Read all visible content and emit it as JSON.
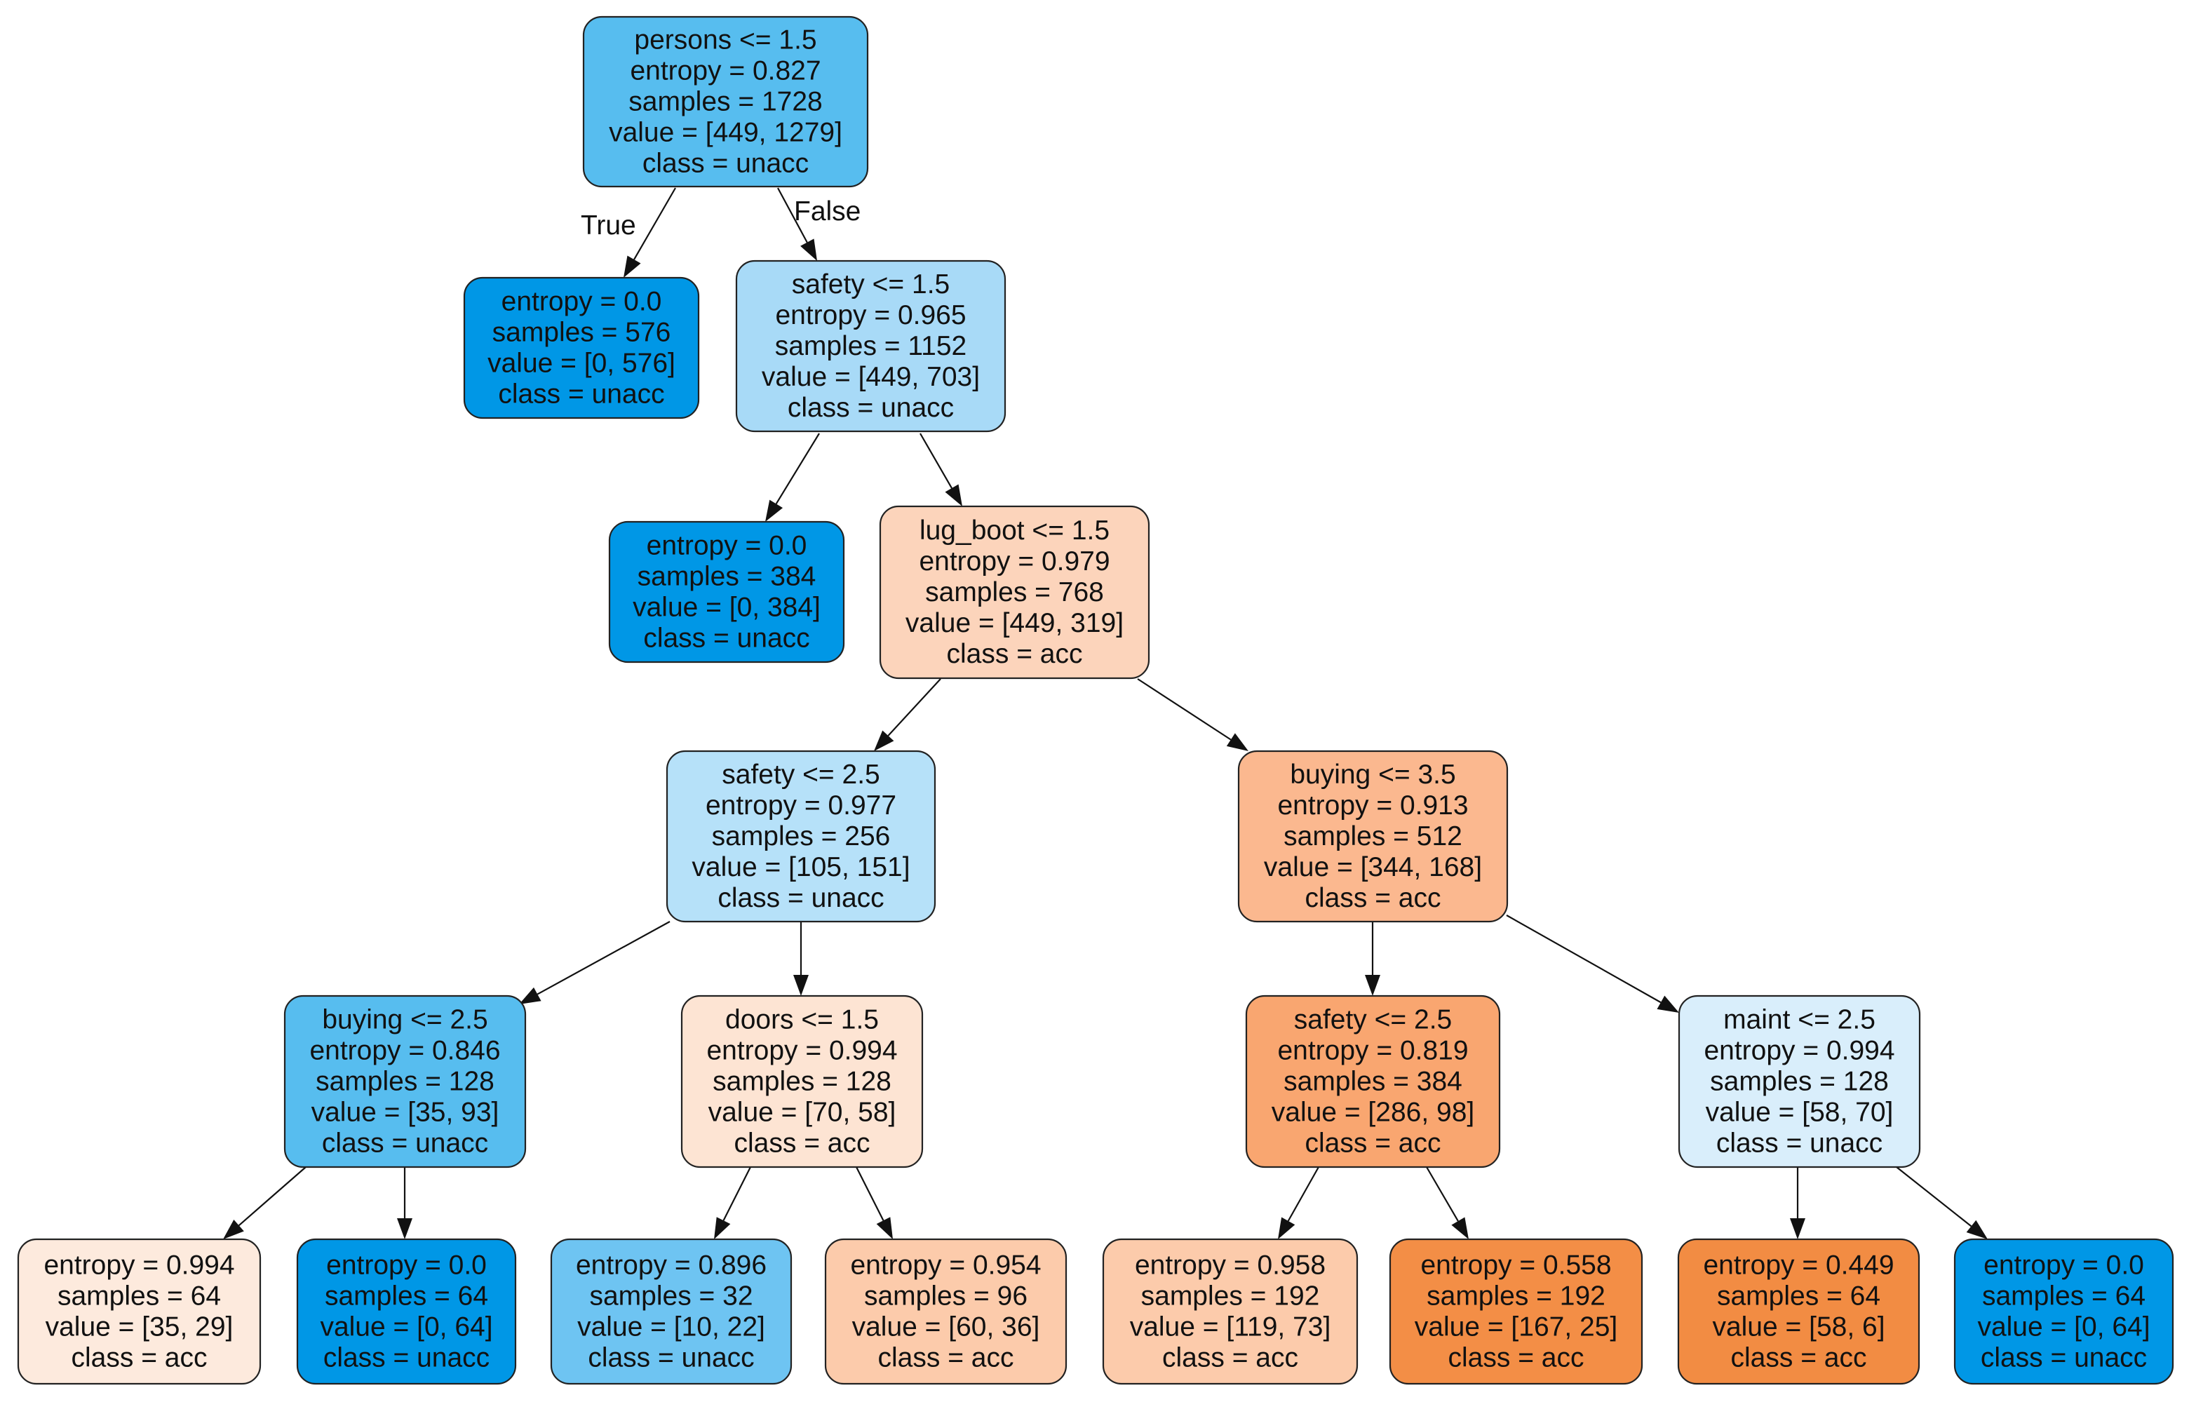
{
  "colors": {
    "blue_pure": "#0097E6",
    "blue_strong": "#57BDEF",
    "blue_medium": "#6EC4F2",
    "blue_light": "#A8DAF7",
    "blue_pale": "#B6E1F9",
    "blue_faint": "#D9EEFB",
    "orange_faint": "#FDEADD",
    "orange_pale": "#FDE4D3",
    "orange_light": "#FCD4BB",
    "orange_soft": "#FCCBAB",
    "orange_medium": "#FBB88F",
    "orange_strong": "#F9A670",
    "orange_deep": "#F38E46",
    "orange_full": "#F28C43"
  },
  "edge_labels": {
    "true_label": "True",
    "false_label": "False"
  },
  "nodes": [
    {
      "id": "n0",
      "lines": [
        "persons <= 1.5",
        "entropy = 0.827",
        "samples = 1728",
        "value = [449, 1279]",
        "class = unacc"
      ],
      "color": "blue_strong"
    },
    {
      "id": "n1",
      "lines": [
        "entropy = 0.0",
        "samples = 576",
        "value = [0, 576]",
        "class = unacc"
      ],
      "color": "blue_pure"
    },
    {
      "id": "n2",
      "lines": [
        "safety <= 1.5",
        "entropy = 0.965",
        "samples = 1152",
        "value = [449, 703]",
        "class = unacc"
      ],
      "color": "blue_light"
    },
    {
      "id": "n3",
      "lines": [
        "entropy = 0.0",
        "samples = 384",
        "value = [0, 384]",
        "class = unacc"
      ],
      "color": "blue_pure"
    },
    {
      "id": "n4",
      "lines": [
        "lug_boot <= 1.5",
        "entropy = 0.979",
        "samples = 768",
        "value = [449, 319]",
        "class = acc"
      ],
      "color": "orange_light"
    },
    {
      "id": "n5",
      "lines": [
        "safety <= 2.5",
        "entropy = 0.977",
        "samples = 256",
        "value = [105, 151]",
        "class = unacc"
      ],
      "color": "blue_pale"
    },
    {
      "id": "n6",
      "lines": [
        "buying <= 3.5",
        "entropy = 0.913",
        "samples = 512",
        "value = [344, 168]",
        "class = acc"
      ],
      "color": "orange_medium"
    },
    {
      "id": "n7",
      "lines": [
        "buying <= 2.5",
        "entropy = 0.846",
        "samples = 128",
        "value = [35, 93]",
        "class = unacc"
      ],
      "color": "blue_strong"
    },
    {
      "id": "n8",
      "lines": [
        "doors <= 1.5",
        "entropy = 0.994",
        "samples = 128",
        "value = [70, 58]",
        "class = acc"
      ],
      "color": "orange_pale"
    },
    {
      "id": "n9",
      "lines": [
        "safety <= 2.5",
        "entropy = 0.819",
        "samples = 384",
        "value = [286, 98]",
        "class = acc"
      ],
      "color": "orange_strong"
    },
    {
      "id": "n10",
      "lines": [
        "maint <= 2.5",
        "entropy = 0.994",
        "samples = 128",
        "value = [58, 70]",
        "class = unacc"
      ],
      "color": "blue_faint"
    },
    {
      "id": "n11",
      "lines": [
        "entropy = 0.994",
        "samples = 64",
        "value = [35, 29]",
        "class = acc"
      ],
      "color": "orange_faint"
    },
    {
      "id": "n12",
      "lines": [
        "entropy = 0.0",
        "samples = 64",
        "value = [0, 64]",
        "class = unacc"
      ],
      "color": "blue_pure"
    },
    {
      "id": "n13",
      "lines": [
        "entropy = 0.896",
        "samples = 32",
        "value = [10, 22]",
        "class = unacc"
      ],
      "color": "blue_medium"
    },
    {
      "id": "n14",
      "lines": [
        "entropy = 0.954",
        "samples = 96",
        "value = [60, 36]",
        "class = acc"
      ],
      "color": "orange_soft"
    },
    {
      "id": "n15",
      "lines": [
        "entropy = 0.958",
        "samples = 192",
        "value = [119, 73]",
        "class = acc"
      ],
      "color": "orange_soft"
    },
    {
      "id": "n16",
      "lines": [
        "entropy = 0.558",
        "samples = 192",
        "value = [167, 25]",
        "class = acc"
      ],
      "color": "orange_deep"
    },
    {
      "id": "n17",
      "lines": [
        "entropy = 0.449",
        "samples = 64",
        "value = [58, 6]",
        "class = acc"
      ],
      "color": "orange_full"
    },
    {
      "id": "n18",
      "lines": [
        "entropy = 0.0",
        "samples = 64",
        "value = [0, 64]",
        "class = unacc"
      ],
      "color": "blue_pure"
    }
  ],
  "edges": [
    [
      "n0",
      "n1"
    ],
    [
      "n0",
      "n2"
    ],
    [
      "n2",
      "n3"
    ],
    [
      "n2",
      "n4"
    ],
    [
      "n4",
      "n5"
    ],
    [
      "n4",
      "n6"
    ],
    [
      "n5",
      "n7"
    ],
    [
      "n5",
      "n8"
    ],
    [
      "n6",
      "n9"
    ],
    [
      "n6",
      "n10"
    ],
    [
      "n7",
      "n11"
    ],
    [
      "n7",
      "n12"
    ],
    [
      "n8",
      "n13"
    ],
    [
      "n8",
      "n14"
    ],
    [
      "n9",
      "n15"
    ],
    [
      "n9",
      "n16"
    ],
    [
      "n10",
      "n17"
    ],
    [
      "n10",
      "n18"
    ]
  ]
}
